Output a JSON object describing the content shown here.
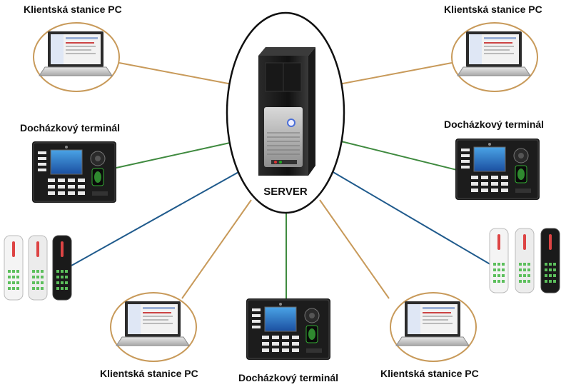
{
  "server": {
    "label": "SERVER"
  },
  "labels": {
    "pc_top_left": "Klientská stanice PC",
    "pc_top_right": "Klientská stanice PC",
    "terminal_left": "Docházkový terminál",
    "terminal_right": "Docházkový terminál",
    "pc_bottom_left": "Klientská stanice PC",
    "terminal_bottom": "Docházkový terminál",
    "pc_bottom_right": "Klientská stanice PC"
  },
  "colors": {
    "pc_link": "#c89a5a",
    "terminal_link": "#3f8a3f",
    "reader_link": "#1f5a8c",
    "ellipse_pc": "#c89a5a",
    "ellipse_server": "#111111"
  },
  "icons": {
    "server": "tower-server-icon",
    "laptop": "laptop-icon",
    "terminal": "attendance-terminal-icon",
    "reader": "rfid-card-reader-icon"
  }
}
